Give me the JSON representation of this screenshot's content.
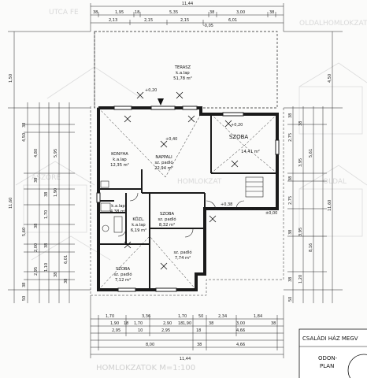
{
  "background_labels": {
    "top": "UTCA FE",
    "right_top": "OLDALHOMLOKZAT",
    "left_mid": "ASZORE",
    "center_mid": "HOMLOKZAT",
    "right_mid": "OLDAL",
    "bottom": "HOMLOKZATOK  M=1:100"
  },
  "rooms": [
    {
      "id": "terasz",
      "name": "TERASZ",
      "floor": "k.a.lap",
      "area": "51,78 m²"
    },
    {
      "id": "konyha",
      "name": "KONYHA",
      "floor": "k.a.lap",
      "area": "12,35 m²"
    },
    {
      "id": "nappali",
      "name": "NAPPALI",
      "floor": "sz. padló",
      "area": "22,94 m²"
    },
    {
      "id": "szoba1",
      "name": "SZOBA",
      "floor": "",
      "area": "14,41 m²"
    },
    {
      "id": "kozl",
      "name": "KÖZL.",
      "floor": "k.a.lap",
      "area": "6,19 m²"
    },
    {
      "id": "szoba2",
      "name": "SZOBA",
      "floor": "sz. padló",
      "area": "8,32 m²"
    },
    {
      "id": "szoba3",
      "name": "SZOBA",
      "floor": "sz. padló",
      "area": "7,12 m²"
    },
    {
      "id": "szoba4",
      "name": "",
      "floor": "sz. padló",
      "area": "7,74 m²"
    },
    {
      "id": "furdo",
      "name": "",
      "floor": "k.a.lap",
      "area": "4,38 m²"
    }
  ],
  "levels": [
    "+0,20",
    "+0,40",
    "+0,20",
    "+0,38",
    "±0,00",
    "-0,05"
  ],
  "dims_top": {
    "total": "11,44",
    "row1": [
      "38",
      "1,95",
      "18",
      "5,35",
      "38",
      "3,00",
      "38"
    ],
    "row2": [
      "2,13",
      "2,15",
      "2,15",
      "6,01"
    ]
  },
  "dims_left": [
    "1,50",
    "4,50",
    "38",
    "4,80",
    "38",
    "5,95",
    "11,60",
    "38",
    "1,70",
    "5,60",
    "6,01",
    "38",
    "2,00",
    "38",
    "1,10",
    "38",
    "2,95",
    "38",
    "1,90",
    "38",
    "50"
  ],
  "dims_right": [
    "4,50",
    "38",
    "2,75",
    "38",
    "3,95",
    "5,61",
    "11,60",
    "38",
    "2,75",
    "8,16",
    "3,95",
    "38",
    "1,20",
    "38",
    "50"
  ],
  "dims_bottom": {
    "row1": [
      "1,70",
      "3,36",
      "1,70",
      "50",
      "2,34",
      "1,84"
    ],
    "row2": [
      "1,90",
      "18",
      "1,70",
      "2,90",
      "18",
      "1,90",
      "38",
      "3,00",
      "38"
    ],
    "row3": [
      "2,95",
      "10",
      "2,95",
      "18",
      "4,66"
    ],
    "row4": [
      "8,00",
      "38",
      "4,66"
    ],
    "total": "11,44"
  },
  "title_block": {
    "title": "CSALÁDI HÁZ MEGV",
    "sub1": "ODON-",
    "sub2": "PLAN"
  },
  "colors": {
    "line": "#1a1a1a",
    "ghost": "#d0d0d0"
  }
}
